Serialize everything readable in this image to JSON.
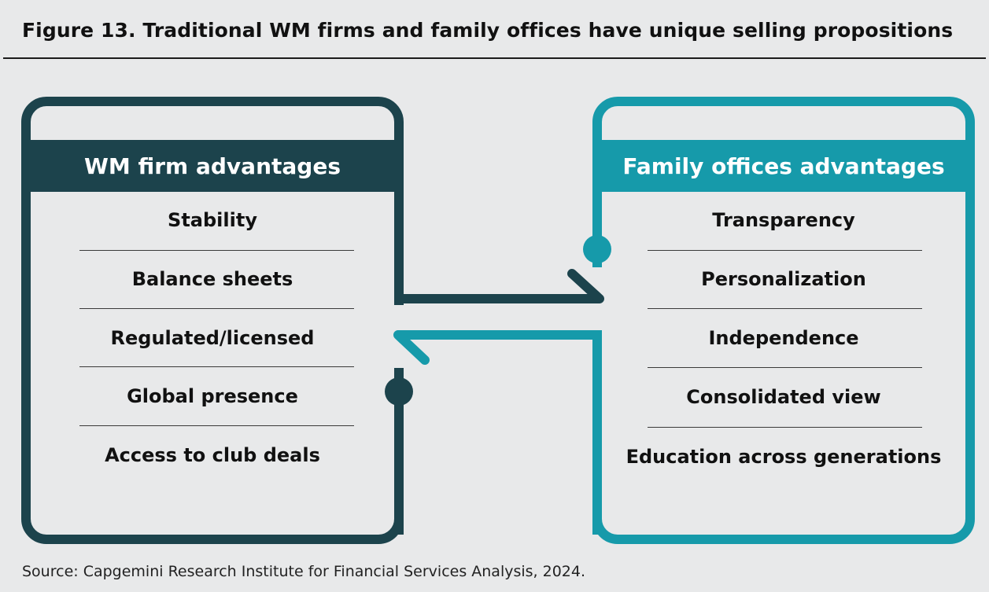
{
  "title": "Figure 13. Traditional WM firms and family offices have unique selling propositions",
  "colors": {
    "wm_dark": "#1c434c",
    "family_teal": "#169aaa",
    "background": "#e8e9ea"
  },
  "wm_panel": {
    "heading": "WM firm advantages",
    "items": [
      "Stability",
      "Balance sheets",
      "Regulated/licensed",
      "Global presence",
      "Access to club deals"
    ]
  },
  "family_panel": {
    "heading": "Family offices advantages",
    "items": [
      "Transparency",
      "Personalization",
      "Independence",
      "Consolidated view",
      "Education across generations"
    ]
  },
  "source": "Source: Capgemini Research Institute for Financial Services Analysis, 2024."
}
